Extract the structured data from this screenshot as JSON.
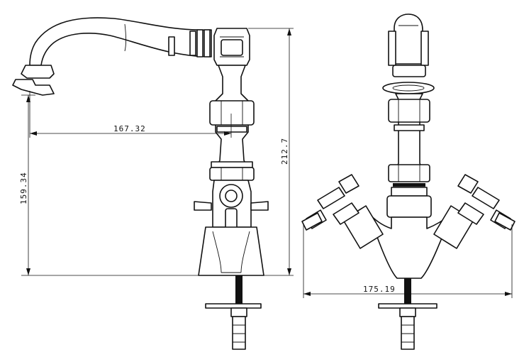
{
  "dimensions": {
    "spout_reach": "167.32",
    "spout_height": "159.34",
    "total_height": "212.7",
    "handle_span": "175.19"
  }
}
